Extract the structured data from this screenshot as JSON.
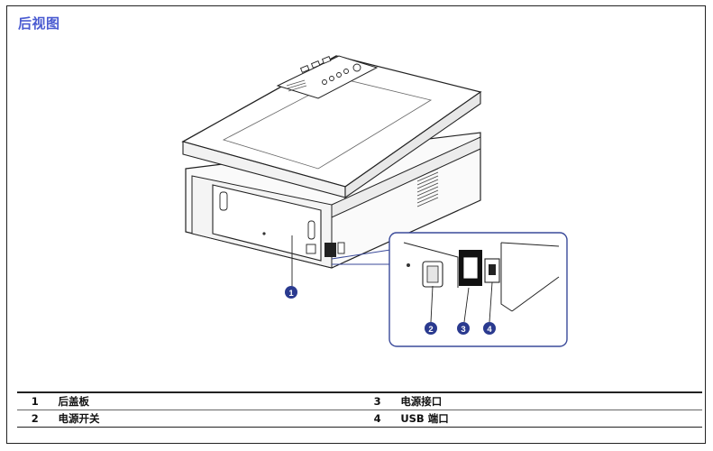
{
  "section": {
    "title": "后视图"
  },
  "callouts": [
    "1",
    "2",
    "3",
    "4"
  ],
  "legend": {
    "rows": [
      {
        "left_num": "1",
        "left_label": "后盖板",
        "right_num": "3",
        "right_label": "电源接口"
      },
      {
        "left_num": "2",
        "left_label": "电源开关",
        "right_num": "4",
        "right_label": "USB 端口"
      }
    ]
  },
  "colors": {
    "title": "#4a5bd1",
    "callout": "#2a3a8f",
    "inset_border": "#3a4a9a"
  }
}
